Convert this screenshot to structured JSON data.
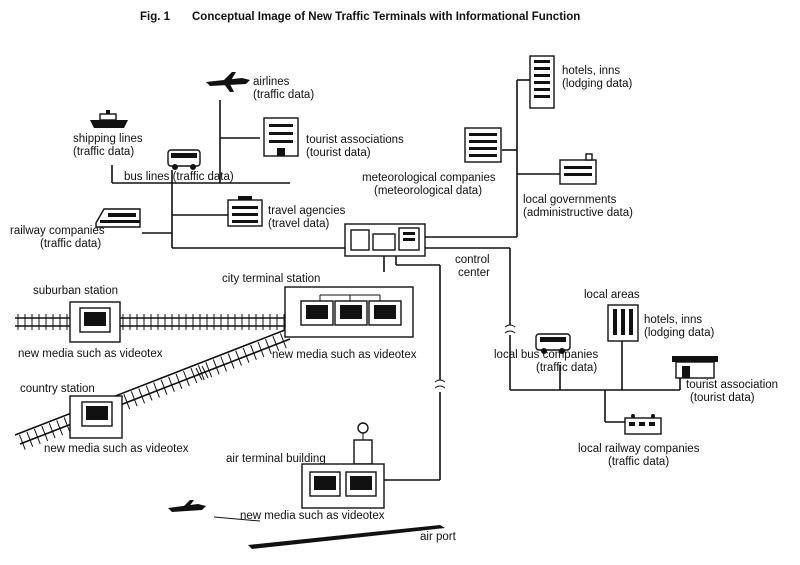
{
  "figure": {
    "label": "Fig. 1",
    "title": "Conceptual Image of New Traffic Terminals with Informational Function"
  },
  "labels": {
    "airlines": [
      "airlines",
      "(traffic data)"
    ],
    "hotels_top": [
      "hotels, inns",
      "(lodging data)"
    ],
    "tourist_assoc_top": [
      "tourist associations",
      "(tourist data)"
    ],
    "shipping": [
      "shipping lines",
      "(traffic data)"
    ],
    "bus_lines": "bus lines (traffic data)",
    "meteorological": [
      "meteorological companies",
      "(meteorological data)"
    ],
    "local_gov": [
      "local governments",
      "(administructive data)"
    ],
    "travel_agencies": [
      "travel agencies",
      "(travel data)"
    ],
    "railway": [
      "railway companies",
      "(traffic data)"
    ],
    "control_center": [
      "control",
      "center"
    ],
    "city_terminal": "city terminal station",
    "suburban_station": "suburban station",
    "videotex_suburban": "new media such as videotex",
    "videotex_city": "new media such as videotex",
    "country_station": "country station",
    "videotex_country": "new media such as videotex",
    "local_areas": "local areas",
    "hotels_local": [
      "hotels, inns",
      "(lodging data)"
    ],
    "local_bus": [
      "local  bus companies",
      "(traffic data)"
    ],
    "tourist_assoc_local": [
      "tourist association",
      "(tourist data)"
    ],
    "local_railway": [
      "local railway companies",
      "(traffic data)"
    ],
    "air_terminal": "air terminal building",
    "videotex_air": "new media such as videotex",
    "airport": "air port"
  }
}
